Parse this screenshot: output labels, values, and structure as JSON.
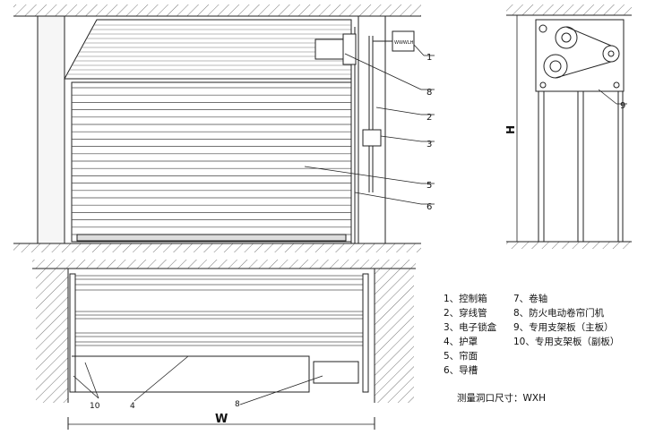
{
  "front_view": {
    "callouts": [
      "1",
      "2",
      "3",
      "5",
      "6",
      "8"
    ],
    "control_box_label": "WWWLH"
  },
  "side_view": {
    "callouts": [
      "9"
    ],
    "height_label": "H"
  },
  "plan_view": {
    "callouts": [
      "10",
      "4",
      "8"
    ],
    "width_label": "W"
  },
  "legend": {
    "left": [
      "1、控制箱",
      "2、穿线管",
      "3、电子锁盒",
      "4、护罩",
      "5、帘面",
      "6、导槽"
    ],
    "right": [
      "7、卷轴",
      "8、防火电动卷帘门机",
      "9、专用支架板（主板）",
      "10、专用支架板（副板）"
    ]
  },
  "measurement_note": "测量洞口尺寸：WXH"
}
